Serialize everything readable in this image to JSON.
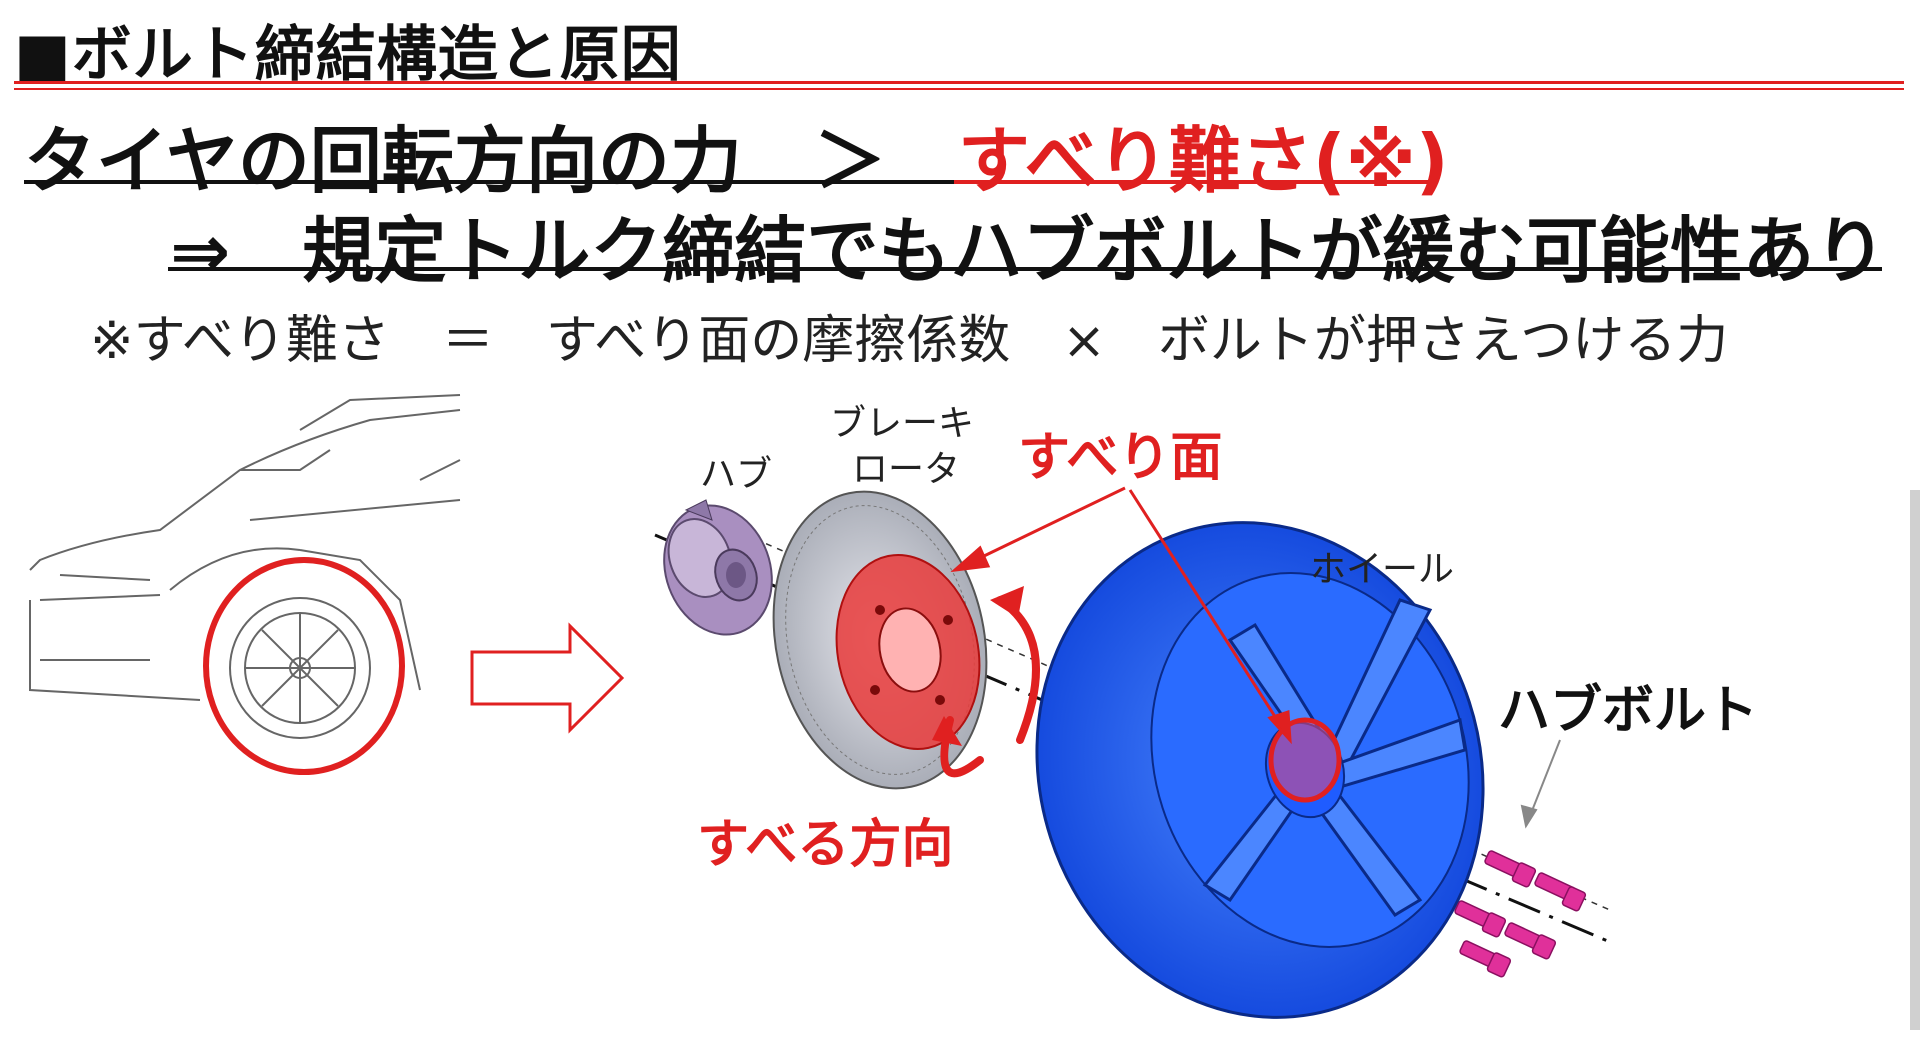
{
  "heading": "■ボルト締結構造と原因",
  "line1": {
    "lead": "タイヤの回転方向の力　＞　",
    "emphasis": "すべり難さ(※)"
  },
  "line2": "⇒　規定トルク締結でもハブボルトが緩む可能性あり",
  "note": "※すべり難さ　＝　すべり面の摩擦係数　×　ボルトが押さえつける力",
  "diagram": {
    "labels": {
      "brake_rotor_1": "ブレーキ",
      "brake_rotor_2": "ロータ",
      "hub": "ハブ",
      "slip_surface": "すべり面",
      "wheel": "ホイール",
      "hub_bolt": "ハブボルト",
      "slip_direction": "すべる方向"
    },
    "colors": {
      "accent_red": "#e02020",
      "wheel_blue": "#1f5cff",
      "hub_purple": "#a98fc0",
      "bolt_pink": "#e0309a",
      "rotor_gray": "#b9bcc6"
    }
  }
}
